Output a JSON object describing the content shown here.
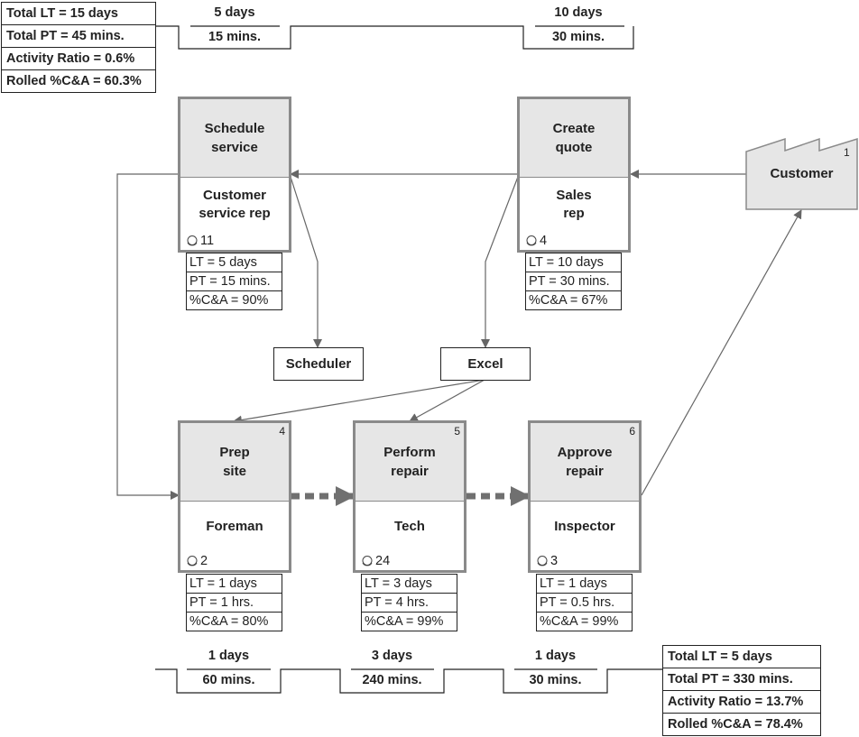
{
  "top_summary": {
    "total_lt": "Total LT = 15 days",
    "total_pt": "Total PT = 45 mins.",
    "activity_ratio": "Activity Ratio = 0.6%",
    "rolled_ca": "Rolled %C&A = 60.3%"
  },
  "top_timeline": [
    {
      "lead_time": "5 days",
      "process_time": "15 mins."
    },
    {
      "lead_time": "10 days",
      "process_time": "30 mins."
    }
  ],
  "customer": {
    "label": "Customer",
    "number": "1"
  },
  "processes": [
    {
      "title": "Schedule\nservice",
      "role": "Customer\nservice rep",
      "operators": "11",
      "number": "",
      "lt": "LT = 5 days",
      "pt": "PT = 15 mins.",
      "ca": "%C&A = 90%"
    },
    {
      "title": "Create\nquote",
      "role": "Sales\nrep",
      "operators": "4",
      "number": "",
      "lt": "LT = 10 days",
      "pt": "PT = 30 mins.",
      "ca": "%C&A = 67%"
    },
    {
      "title": "Prep\nsite",
      "role": "Foreman",
      "operators": "2",
      "number": "4",
      "lt": "LT = 1 days",
      "pt": "PT = 1 hrs.",
      "ca": "%C&A = 80%"
    },
    {
      "title": "Perform\nrepair",
      "role": "Tech",
      "operators": "24",
      "number": "5",
      "lt": "LT = 3 days",
      "pt": "PT = 4 hrs.",
      "ca": "%C&A = 99%"
    },
    {
      "title": "Approve\nrepair",
      "role": "Inspector",
      "operators": "3",
      "number": "6",
      "lt": "LT = 1 days",
      "pt": "PT = 0.5 hrs.",
      "ca": "%C&A = 99%"
    }
  ],
  "systems": [
    {
      "label": "Scheduler"
    },
    {
      "label": "Excel"
    }
  ],
  "bottom_timeline": [
    {
      "lead_time": "1 days",
      "process_time": "60 mins."
    },
    {
      "lead_time": "3 days",
      "process_time": "240 mins."
    },
    {
      "lead_time": "1 days",
      "process_time": "30 mins."
    }
  ],
  "bottom_summary": {
    "total_lt": "Total LT = 5 days",
    "total_pt": "Total PT = 330 mins.",
    "activity_ratio": "Activity Ratio = 13.7%",
    "rolled_ca": "Rolled %C&A = 78.4%"
  },
  "colors": {
    "process_header": "#e6e6e6",
    "process_border": "#8a8a8a",
    "connector": "#666666",
    "push_arrow": "#707070"
  }
}
